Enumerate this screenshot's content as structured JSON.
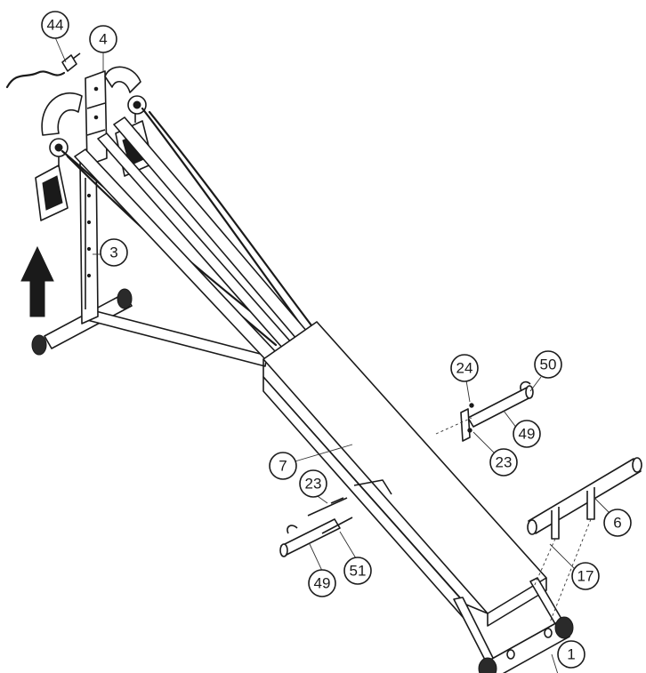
{
  "callouts": [
    {
      "label": "44"
    },
    {
      "label": "4"
    },
    {
      "label": "3"
    },
    {
      "label": "24"
    },
    {
      "label": "50"
    },
    {
      "label": "49"
    },
    {
      "label": "23"
    },
    {
      "label": "7"
    },
    {
      "label": "23"
    },
    {
      "label": "49"
    },
    {
      "label": "51"
    },
    {
      "label": "6"
    },
    {
      "label": "17"
    },
    {
      "label": "1"
    }
  ],
  "colors": {
    "line": "#1a1a1a",
    "background": "#ffffff",
    "grip": "#2a2a2a"
  },
  "icons": {
    "direction": "up-arrow-icon"
  }
}
